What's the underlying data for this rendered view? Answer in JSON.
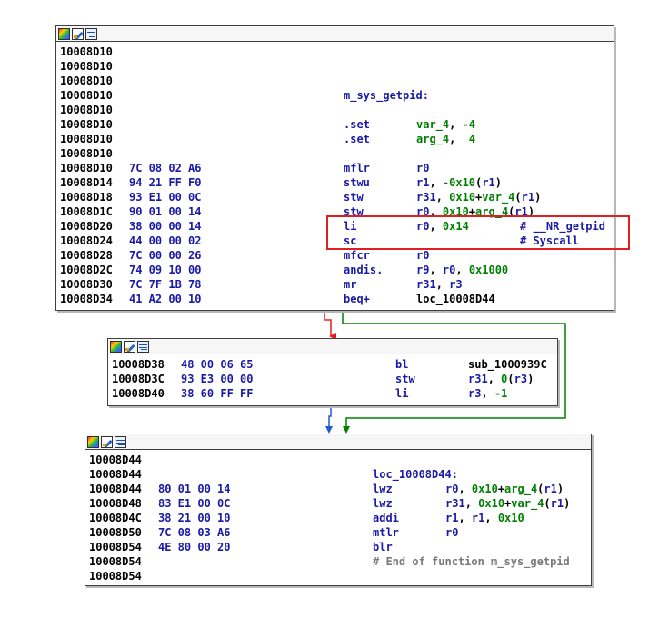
{
  "colors": {
    "bytes": "#1a1aa6",
    "names": "#008000",
    "highlight": "#e02020",
    "edge_true": "#008000",
    "edge_false": "#e02020",
    "edge_flow": "#1a5cd6"
  },
  "header_icons": [
    "color-palette-icon",
    "edit-pencil-icon",
    "graph-view-icon"
  ],
  "node1": {
    "lines": [
      {
        "addr": "10008D10"
      },
      {
        "addr": "10008D10"
      },
      {
        "addr": "10008D10"
      },
      {
        "addr": "10008D10",
        "label": "m_sys_getpid:"
      },
      {
        "addr": "10008D10"
      },
      {
        "addr": "10008D10",
        "mn": ".set",
        "ops": [
          [
            "var",
            "var_4"
          ],
          [
            "t",
            ", "
          ],
          [
            "num",
            "-4"
          ]
        ]
      },
      {
        "addr": "10008D10",
        "mn": ".set",
        "ops": [
          [
            "var",
            "arg_4"
          ],
          [
            "t",
            ",  "
          ],
          [
            "num",
            "4"
          ]
        ]
      },
      {
        "addr": "10008D10"
      },
      {
        "addr": "10008D10",
        "bytes": "7C 08 02 A6",
        "mn": "mflr",
        "ops": [
          [
            "reg",
            "r0"
          ]
        ]
      },
      {
        "addr": "10008D14",
        "bytes": "94 21 FF F0",
        "mn": "stwu",
        "ops": [
          [
            "reg",
            "r1"
          ],
          [
            "t",
            ", "
          ],
          [
            "num",
            "-0x10"
          ],
          [
            "t",
            "("
          ],
          [
            "reg",
            "r1"
          ],
          [
            "t",
            ")"
          ]
        ]
      },
      {
        "addr": "10008D18",
        "bytes": "93 E1 00 0C",
        "mn": "stw",
        "ops": [
          [
            "reg",
            "r31"
          ],
          [
            "t",
            ", "
          ],
          [
            "num",
            "0x10"
          ],
          [
            "t",
            "+"
          ],
          [
            "var",
            "var_4"
          ],
          [
            "t",
            "("
          ],
          [
            "reg",
            "r1"
          ],
          [
            "t",
            ")"
          ]
        ]
      },
      {
        "addr": "10008D1C",
        "bytes": "90 01 00 14",
        "mn": "stw",
        "ops": [
          [
            "reg",
            "r0"
          ],
          [
            "t",
            ", "
          ],
          [
            "num",
            "0x10"
          ],
          [
            "t",
            "+"
          ],
          [
            "var",
            "arg_4"
          ],
          [
            "t",
            "("
          ],
          [
            "reg",
            "r1"
          ],
          [
            "t",
            ")"
          ]
        ]
      },
      {
        "addr": "10008D20",
        "bytes": "38 00 00 14",
        "mn": "li",
        "ops": [
          [
            "reg",
            "r0"
          ],
          [
            "t",
            ", "
          ],
          [
            "num",
            "0x14"
          ]
        ],
        "cmt": "# __NR_getpid"
      },
      {
        "addr": "10008D24",
        "bytes": "44 00 00 02",
        "mn": "sc",
        "cmt": "# Syscall"
      },
      {
        "addr": "10008D28",
        "bytes": "7C 00 00 26",
        "mn": "mfcr",
        "ops": [
          [
            "reg",
            "r0"
          ]
        ]
      },
      {
        "addr": "10008D2C",
        "bytes": "74 09 10 00",
        "mn": "andis.",
        "ops": [
          [
            "reg",
            "r9"
          ],
          [
            "t",
            ", "
          ],
          [
            "reg",
            "r0"
          ],
          [
            "t",
            ", "
          ],
          [
            "num",
            "0x1000"
          ]
        ]
      },
      {
        "addr": "10008D30",
        "bytes": "7C 7F 1B 78",
        "mn": "mr",
        "ops": [
          [
            "reg",
            "r31"
          ],
          [
            "t",
            ", "
          ],
          [
            "reg",
            "r3"
          ]
        ]
      },
      {
        "addr": "10008D34",
        "bytes": "41 A2 00 10",
        "mn": "beq+",
        "ops": [
          [
            "t",
            "loc_10008D44"
          ]
        ]
      }
    ]
  },
  "node2": {
    "lines": [
      {
        "addr": "10008D38",
        "bytes": "48 00 06 65",
        "mn": "bl",
        "ops": [
          [
            "t",
            "sub_1000939C"
          ]
        ]
      },
      {
        "addr": "10008D3C",
        "bytes": "93 E3 00 00",
        "mn": "stw",
        "ops": [
          [
            "reg",
            "r31"
          ],
          [
            "t",
            ", "
          ],
          [
            "num",
            "0"
          ],
          [
            "t",
            "("
          ],
          [
            "reg",
            "r3"
          ],
          [
            "t",
            ")"
          ]
        ]
      },
      {
        "addr": "10008D40",
        "bytes": "38 60 FF FF",
        "mn": "li",
        "ops": [
          [
            "reg",
            "r3"
          ],
          [
            "t",
            ", "
          ],
          [
            "num",
            "-1"
          ]
        ]
      }
    ]
  },
  "node3": {
    "lines": [
      {
        "addr": "10008D44"
      },
      {
        "addr": "10008D44",
        "label": "loc_10008D44:"
      },
      {
        "addr": "10008D44",
        "bytes": "80 01 00 14",
        "mn": "lwz",
        "ops": [
          [
            "reg",
            "r0"
          ],
          [
            "t",
            ", "
          ],
          [
            "num",
            "0x10"
          ],
          [
            "t",
            "+"
          ],
          [
            "var",
            "arg_4"
          ],
          [
            "t",
            "("
          ],
          [
            "reg",
            "r1"
          ],
          [
            "t",
            ")"
          ]
        ]
      },
      {
        "addr": "10008D48",
        "bytes": "83 E1 00 0C",
        "mn": "lwz",
        "ops": [
          [
            "reg",
            "r31"
          ],
          [
            "t",
            ", "
          ],
          [
            "num",
            "0x10"
          ],
          [
            "t",
            "+"
          ],
          [
            "var",
            "var_4"
          ],
          [
            "t",
            "("
          ],
          [
            "reg",
            "r1"
          ],
          [
            "t",
            ")"
          ]
        ]
      },
      {
        "addr": "10008D4C",
        "bytes": "38 21 00 10",
        "mn": "addi",
        "ops": [
          [
            "reg",
            "r1"
          ],
          [
            "t",
            ", "
          ],
          [
            "reg",
            "r1"
          ],
          [
            "t",
            ", "
          ],
          [
            "num",
            "0x10"
          ]
        ]
      },
      {
        "addr": "10008D50",
        "bytes": "7C 08 03 A6",
        "mn": "mtlr",
        "ops": [
          [
            "reg",
            "r0"
          ]
        ]
      },
      {
        "addr": "10008D54",
        "bytes": "4E 80 00 20",
        "mn": "blr"
      },
      {
        "addr": "10008D54",
        "cmtline": "# End of function m_sys_getpid"
      },
      {
        "addr": "10008D54"
      }
    ]
  }
}
